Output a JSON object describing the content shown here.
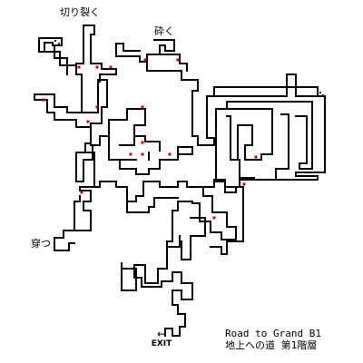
{
  "labels": {
    "kiri_saku": "切り裂く",
    "kudaku": "砕く",
    "ugatsu": "穿つ"
  },
  "exit": {
    "arrow": "←",
    "label": "EXIT"
  },
  "title": {
    "line1": "Road to Grand B1",
    "line2": "地上への道 第1階層"
  },
  "colors": {
    "wall": "#000000",
    "floor": "#ffffff",
    "marker": "#d40000",
    "stairs": "#1a1aa8"
  },
  "icons": {
    "treasure_marker": "red-square-icon",
    "stairs": "stairs-icon",
    "exit_arrow": "left-arrow-icon"
  }
}
